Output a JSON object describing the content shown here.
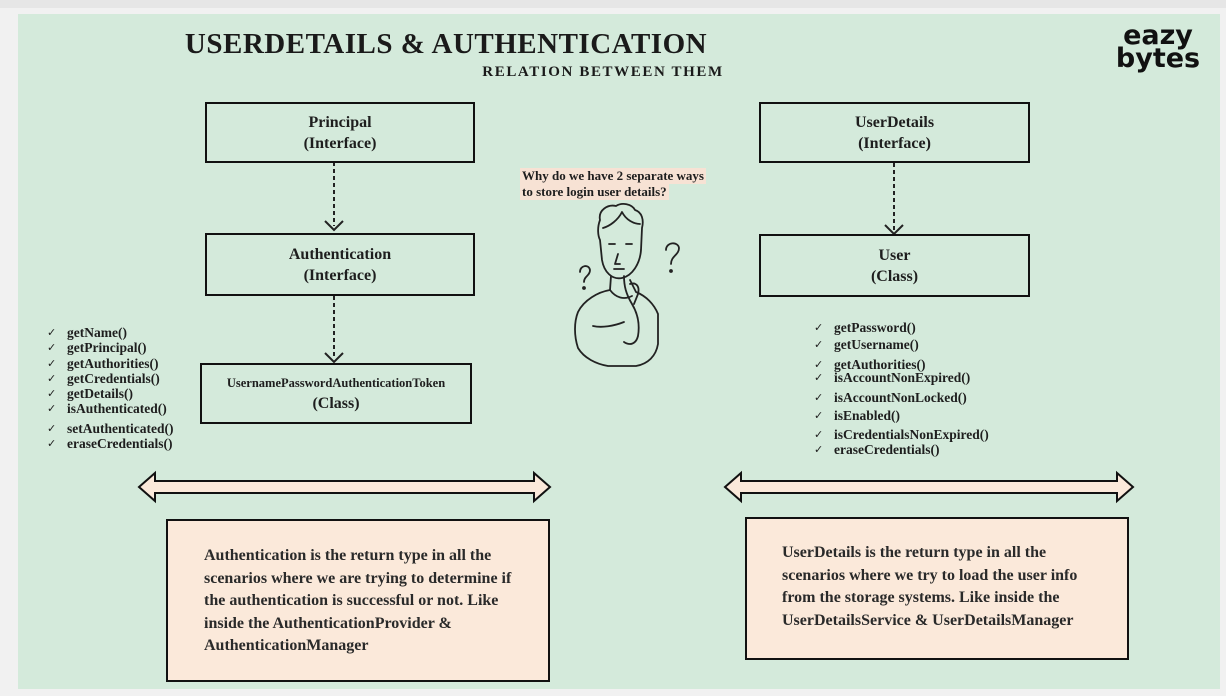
{
  "title": "USERDETAILS & AUTHENTICATION",
  "subtitle": "RELATION BETWEEN THEM",
  "logo": {
    "line1": "eazy",
    "line2": "bytes"
  },
  "left": {
    "principal": {
      "name": "Principal",
      "kind": "(Interface)"
    },
    "authentication": {
      "name": "Authentication",
      "kind": "(Interface)"
    },
    "token": {
      "name": "UsernamePasswordAuthenticationToken",
      "kind": "(Class)"
    },
    "methods": [
      "getName()",
      "getPrincipal()",
      "getAuthorities()",
      "getCredentials()",
      "getDetails()",
      "isAuthenticated()",
      "setAuthenticated()",
      "eraseCredentials()"
    ],
    "note": "Authentication is the return type in all the scenarios where we are trying to determine if  the authentication is successful or not. Like inside the AuthenticationProvider & AuthenticationManager"
  },
  "right": {
    "userdetails": {
      "name": "UserDetails",
      "kind": "(Interface)"
    },
    "user": {
      "name": "User",
      "kind": "(Class)"
    },
    "methods": [
      "getPassword()",
      "getUsername()",
      "getAuthorities()",
      "isAccountNonExpired()",
      "isAccountNonLocked()",
      "isEnabled()",
      "isCredentialsNonExpired()",
      "eraseCredentials()"
    ],
    "note": "UserDetails is the return type in all the scenarios where we try to load the user info from the storage systems. Like inside the UserDetailsService & UserDetailsManager"
  },
  "question": {
    "line1": "Why do we have 2 separate ways",
    "line2": "to store login user details?"
  },
  "check_symbol": "✓",
  "colors": {
    "background": "#d4eadb",
    "note_fill": "#fbe9da",
    "arrow_fill": "#fbe9da",
    "question_highlight": "#f7e2d4"
  }
}
